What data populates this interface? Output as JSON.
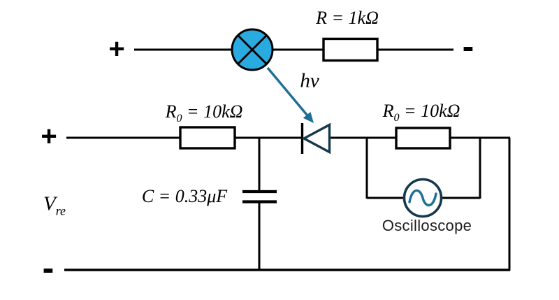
{
  "colors": {
    "wire": "#000000",
    "lamp_fill": "#29ABE2",
    "lamp_stroke": "#000000",
    "light_arrow": "#1F6E96",
    "diode_stroke": "#17374D",
    "scope_stroke": "#15384E",
    "scope_wave": "#1F7096",
    "text": "#000000"
  },
  "top_branch": {
    "positive_terminal": "+",
    "negative_terminal": "-",
    "resistor_label": "R = 1kΩ"
  },
  "light": {
    "photon_label": "hν"
  },
  "bottom_branch": {
    "positive_terminal": "+",
    "negative_terminal": "-",
    "voltage_label": {
      "base": "V",
      "sub": "re"
    },
    "left_resistor_label": {
      "base": "R",
      "sub": "0",
      "rest": " = 10kΩ"
    },
    "right_resistor_label": {
      "base": "R",
      "sub": "0",
      "rest": " = 10kΩ"
    },
    "capacitor_label": "C = 0.33μF",
    "oscilloscope_label": "Oscilloscope"
  }
}
